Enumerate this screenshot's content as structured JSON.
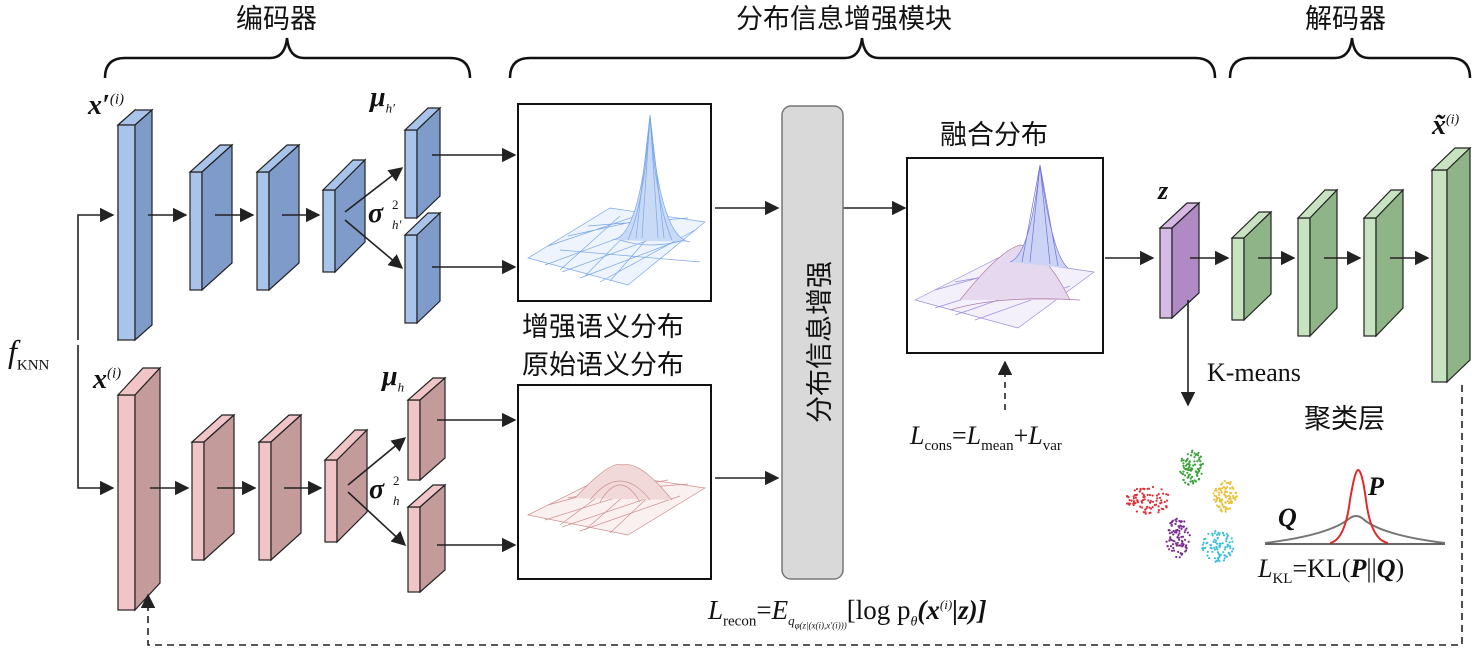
{
  "sections": {
    "encoder": "编码器",
    "enhance_module": "分布信息增强模块",
    "decoder": "解码器"
  },
  "inputs": {
    "f_knn": "f",
    "f_knn_sub": "KNN",
    "x_prime": "x′",
    "x_prime_sup": "(i)",
    "x": "x",
    "x_sup": "(i)"
  },
  "latent": {
    "mu_prime": "μ",
    "mu_prime_sub": "h′",
    "sigma_prime": "σ",
    "sigma_prime_sup": "2",
    "sigma_prime_sub": "h′",
    "mu": "μ",
    "mu_sub": "h",
    "sigma": "σ",
    "sigma_sup": "2",
    "sigma_sub": "h"
  },
  "distributions": {
    "enhanced": "增强语义分布",
    "original": "原始语义分布",
    "fused": "融合分布",
    "enhance_block": "分布信息增强"
  },
  "decoder_labels": {
    "z": "z",
    "x_tilde": "x̃",
    "x_tilde_sup": "(i)",
    "kmeans": "K-means",
    "cluster_layer": "聚类层",
    "P": "P",
    "Q": "Q"
  },
  "losses": {
    "cons_L": "L",
    "cons_sub": "cons",
    "cons_eq": "=",
    "mean_L": "L",
    "mean_sub": "mean",
    "plus": "+",
    "var_L": "L",
    "var_sub": "var",
    "kl_L": "L",
    "kl_sub": "KL",
    "kl_expr": "=KL(",
    "kl_P": "P",
    "kl_sep": "||",
    "kl_Q": "Q",
    "kl_close": ")",
    "recon_L": "L",
    "recon_sub": "recon",
    "recon_eq": "=",
    "recon_E": "E",
    "recon_E_sub": "q",
    "recon_E_subsub": "φ(z|(x(i),x′(i)))",
    "recon_body": "[log p",
    "recon_theta": "θ",
    "recon_arg": "(x",
    "recon_arg_sup": "(i)",
    "recon_cond": "|z)]"
  },
  "colors": {
    "blue_face": "#7f9bc9",
    "blue_side": "#a9c4ea",
    "pink_face": "#c39b9b",
    "pink_side": "#f1c5c8",
    "purple_face": "#b08ac4",
    "purple_side": "#d6b9e4",
    "green_face": "#8fb487",
    "green_side": "#c8e3bf",
    "gray_block": "#d9d9d9"
  }
}
